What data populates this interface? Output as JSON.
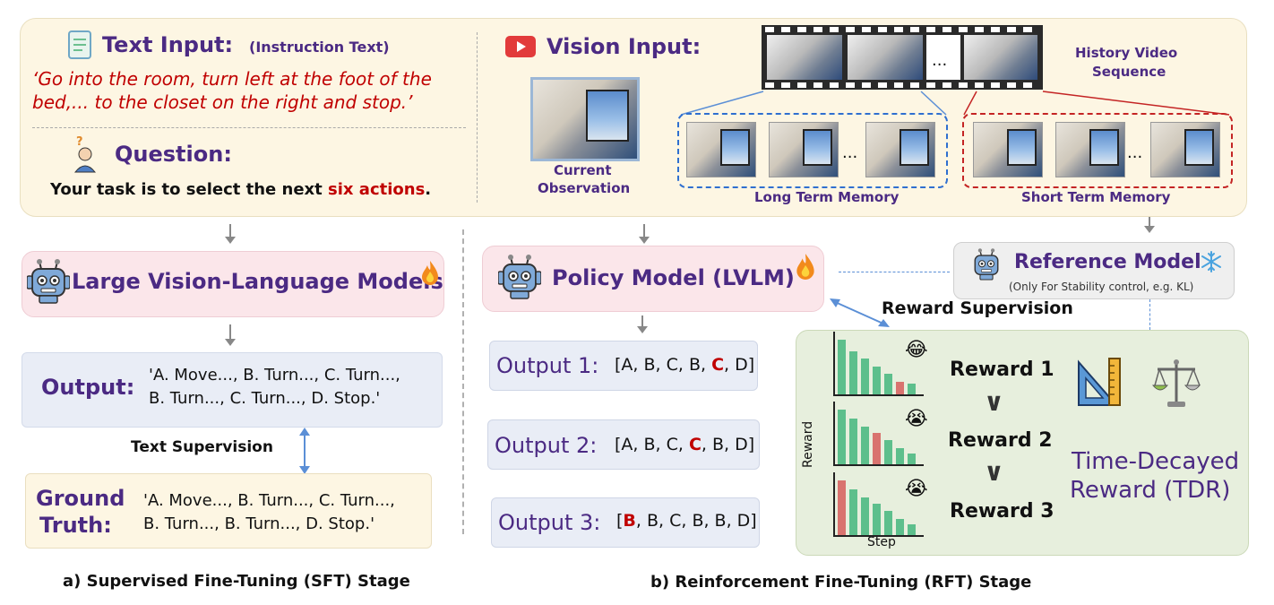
{
  "top": {
    "text_input_title": "Text Input:",
    "text_input_sub": "(Instruction Text)",
    "instruction_line1": "‘Go into the room, turn left at the foot of the",
    "instruction_line2": "bed,... to the closet on the right and stop.’",
    "question_title": "Question:",
    "question_prefix": "Your task is to select the next ",
    "question_highlight": "six actions",
    "question_suffix": ".",
    "vision_title": "Vision Input:",
    "current_obs_line1": "Current",
    "current_obs_line2": "Observation",
    "history_line1": "History Video",
    "history_line2": "Sequence",
    "film_ellipsis": "...",
    "ltm_ellipsis": "...",
    "stm_ellipsis": "...",
    "long_term_memory": "Long Term Memory",
    "short_term_memory": "Short Term Memory"
  },
  "sft": {
    "model_label": "Large Vision-Language Models",
    "output_label": "Output:",
    "output_line1": "'A. Move..., B. Turn..., C. Turn...,",
    "output_line2": "B. Turn..., C. Turn..., D. Stop.'",
    "text_supervision": "Text Supervision",
    "gt_label_line1": "Ground",
    "gt_label_line2": "Truth:",
    "gt_line1": "'A. Move..., B. Turn..., C. Turn...,",
    "gt_line2": "B. Turn..., B. Turn..., D. Stop.'",
    "caption": "a) Supervised Fine-Tuning (SFT) Stage"
  },
  "rft": {
    "policy_label": "Policy Model (LVLM)",
    "reference_label": "Reference Model",
    "reference_sub": "(Only For Stability control, e.g. KL)",
    "reward_supervision": "Reward Supervision",
    "outputs": [
      {
        "label": "Output 1:",
        "pre": "[A, B, C, B, ",
        "hl": "C",
        "post": ", D]"
      },
      {
        "label": "Output 2:",
        "pre": "[A, B, C, ",
        "hl": "C",
        "post": ", B, D]"
      },
      {
        "label": "Output 3:",
        "pre": "[",
        "hl": "B",
        "post": ", B, C, B, B, D]"
      }
    ],
    "reward1": "Reward 1",
    "reward2": "Reward 2",
    "reward3": "Reward 3",
    "chev1": "∨",
    "chev2": "∨",
    "axis_y": "Reward",
    "axis_x": "Step",
    "tdr_line1": "Time-Decayed",
    "tdr_line2": "Reward (TDR)",
    "caption": "b) Reinforcement Fine-Tuning (RFT) Stage"
  },
  "chart_data": {
    "type": "bar",
    "xlabel": "Step",
    "ylabel": "Reward",
    "series": [
      {
        "values": [
          0.95,
          0.75,
          0.62,
          0.48,
          0.36,
          0.22,
          0.18
        ],
        "highlight_index": 5
      },
      {
        "values": [
          0.95,
          0.8,
          0.66,
          0.54,
          0.42,
          0.28,
          0.18
        ],
        "highlight_index": 3
      },
      {
        "values": [
          0.95,
          0.8,
          0.66,
          0.54,
          0.42,
          0.28,
          0.18
        ],
        "highlight_index": 0
      }
    ],
    "colors": {
      "normal": "#5dbf8c",
      "highlight": "#d9736f"
    }
  }
}
